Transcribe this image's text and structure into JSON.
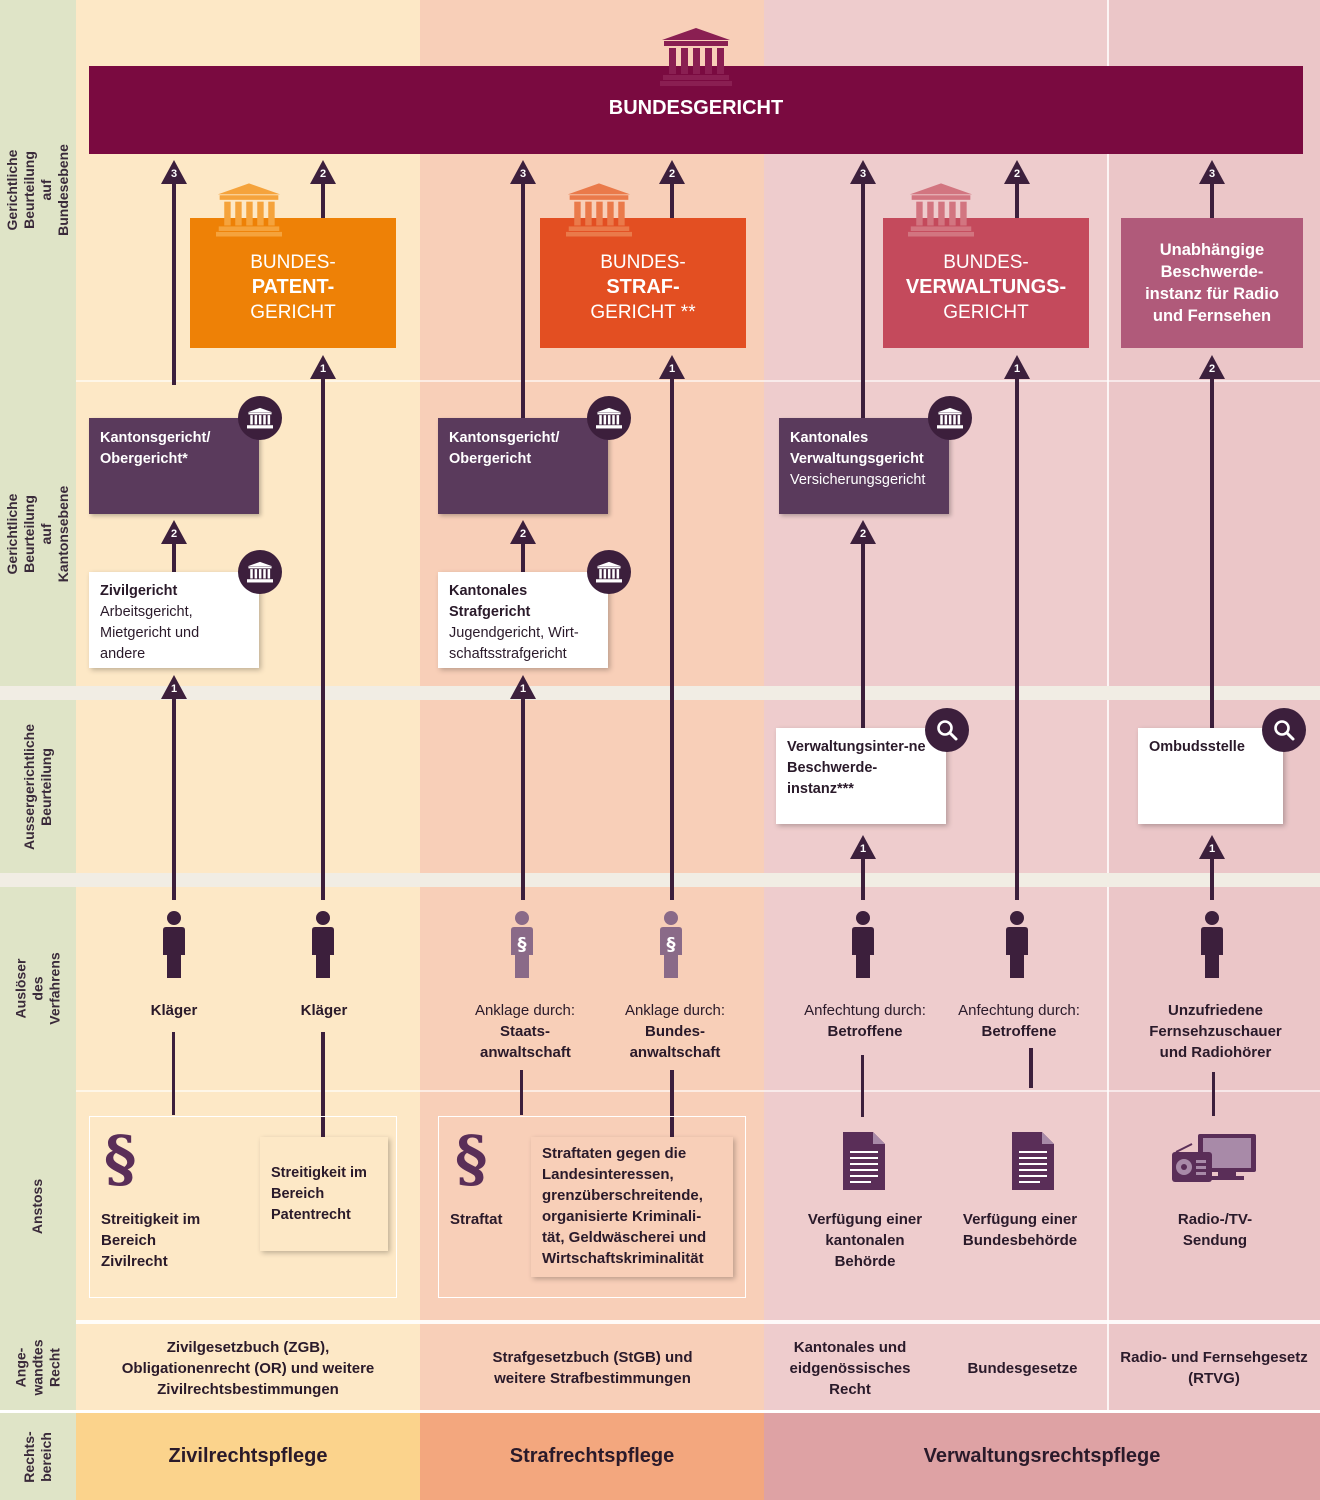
{
  "row_labels": {
    "federal": "Gerichtliche Beurteilung auf Bundesebene",
    "cantonal": "Gerichtliche Beurteilung auf Kantonsebene",
    "extrajudicial": "Aussergerichtliche Beurteilung",
    "trigger": "Auslöser des Verfahrens",
    "impetus": "Anstoss",
    "law": "Ange- wandtes Recht",
    "area": "Rechts- bereich"
  },
  "federal_court": "BUNDESGERICHT",
  "federal_boxes": {
    "patent": {
      "line1": "BUNDES-",
      "line2": "PATENT-",
      "line3": "GERICHT"
    },
    "criminal": {
      "line1": "BUNDES-",
      "line2": "STRAF-",
      "line3": "GERICHT **"
    },
    "admin": {
      "line1": "BUNDES-",
      "line2": "VERWALTUNGS-",
      "line3": "GERICHT"
    },
    "ubi": "Unabhängige Beschwerde-instanz für Radio und Fernsehen"
  },
  "cantonal_boxes": {
    "civil_high": {
      "title": "Kantonsgericht/ Obergericht*"
    },
    "criminal_high": {
      "title": "Kantonsgericht/ Obergericht"
    },
    "admin": {
      "title": "Kantonales Verwaltungsgericht",
      "sub": "Versicherungsgericht"
    },
    "civil_low": {
      "title": "Zivilgericht",
      "sub": "Arbeitsgericht, Mietgericht und andere"
    },
    "criminal_low": {
      "title": "Kantonales Strafgericht",
      "sub": "Jugendgericht, Wirt-schaftsstrafgericht"
    }
  },
  "extrajudicial_boxes": {
    "admin_internal": "Verwaltungsinter-ne Beschwerde-instanz***",
    "ombud": "Ombudsstelle"
  },
  "arrow_numbers": {
    "one": "1",
    "two": "2",
    "three": "3"
  },
  "triggers": {
    "klaeger1": "Kläger",
    "klaeger2": "Kläger",
    "anklage1_pre": "Anklage durch:",
    "anklage1": "Staats-anwaltschaft",
    "anklage2_pre": "Anklage durch:",
    "anklage2": "Bundes-anwaltschaft",
    "anfecht1_pre": "Anfechtung durch:",
    "anfecht1": "Betroffene",
    "anfecht2_pre": "Anfechtung durch:",
    "anfecht2": "Betroffene",
    "viewers": "Unzufriedene Fernsehzuschauer und Radiohörer"
  },
  "impetus": {
    "civil": "Streitigkeit im Bereich Zivilrecht",
    "patent": "Streitigkeit im Bereich Patentrecht",
    "crime": "Straftat",
    "federal_crime": "Straftaten gegen die Landesinteressen, grenzüberschreitende, organisierte Kriminali-tät, Geldwäscherei und Wirtschaftskriminalität",
    "cantonal_order": "Verfügung einer kantonalen Behörde",
    "federal_order": "Verfügung einer Bundesbehörde",
    "broadcast": "Radio-/TV-Sendung"
  },
  "laws": {
    "civil": "Zivilgesetzbuch (ZGB), Obligationenrecht (OR) und weitere Zivilrechtsbestimmungen",
    "criminal": "Strafgesetzbuch (StGB) und weitere Strafbestimmungen",
    "cantonal": "Kantonales und eidgenössisches Recht",
    "federal": "Bundesgesetze",
    "rtvg": "Radio- und Fernsehgesetz (RTVG)"
  },
  "areas": {
    "civil": "Zivilrechtspflege",
    "criminal": "Strafrechtspflege",
    "admin": "Verwaltungsrechtspflege"
  },
  "colors": {
    "federal_court": "#7a0a40",
    "patent": "#ee8106",
    "criminal": "#e34f22",
    "admin": "#c44a5c",
    "ubi": "#b05a7a",
    "cantonal": "#5a3a5c",
    "dark": "#3c1f3c",
    "civil_bg": "#fde8c6",
    "criminal_bg": "#f8cfb8",
    "admin_bg": "#eecccd"
  },
  "icons": [
    "court-building-icon",
    "search-icon",
    "person-icon",
    "paragraph-icon",
    "document-icon",
    "radio-tv-icon"
  ]
}
